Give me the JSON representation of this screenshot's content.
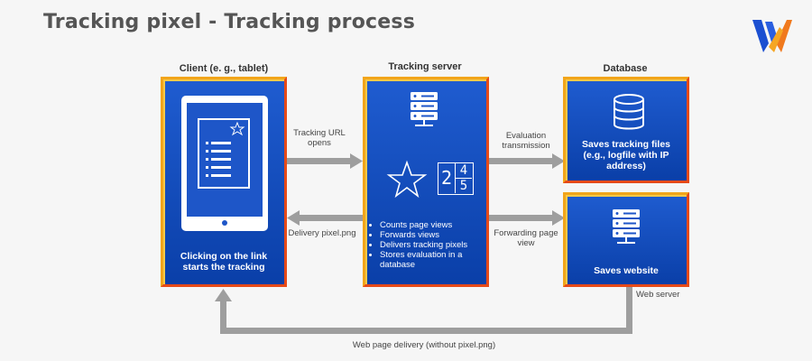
{
  "title": "Tracking pixel - Tracking process",
  "columns": {
    "client": "Client (e. g., tablet)",
    "server": "Tracking server",
    "database": "Database"
  },
  "client_box": {
    "caption": "Clicking on the link starts the tracking"
  },
  "server_box": {
    "counter_digits": [
      "2",
      "4",
      "5"
    ],
    "bullets": [
      "Counts page views",
      "Forwards views",
      "Delivers tracking pixels",
      "Stores evaluation in a database"
    ]
  },
  "db_box": {
    "caption": "Saves tracking files (e.g., logfile with IP address)"
  },
  "web_box": {
    "caption": "Saves website"
  },
  "web_server_label": "Web server",
  "arrows": {
    "tracking_url": "Tracking URL opens",
    "delivery_pixel": "Delivery pixel.png",
    "evaluation": "Evaluation transmission",
    "forwarding": "Forwarding page view",
    "web_delivery": "Web page delivery (without pixel.png)"
  },
  "logo": {
    "name": "w-logo-icon",
    "colors": [
      "#1b4fd1",
      "#f0791d"
    ]
  }
}
